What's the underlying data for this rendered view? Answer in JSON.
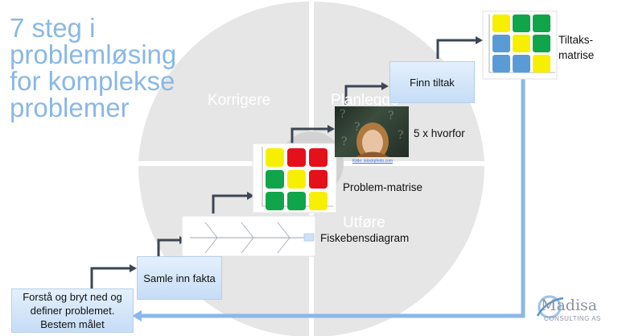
{
  "title": "7 steg i problemløsing for komplekse problemer",
  "cycle": {
    "quadrants": [
      "Korrigere",
      "Planlegge",
      "Utføre"
    ]
  },
  "steps": [
    {
      "label": "Forstå og bryt ned og definer problemet. Bestem målet"
    },
    {
      "label": "Samle inn fakta"
    },
    {
      "label": "Fiskebensdiagram"
    },
    {
      "label": "Problem-matrise"
    },
    {
      "label": "5 x hvorfor"
    },
    {
      "label": "Finn tiltak"
    },
    {
      "label": "Tiltaks-matrise"
    }
  ],
  "problem_matrix": {
    "colors": [
      "yellow",
      "red",
      "red",
      "green",
      "yellow",
      "red",
      "green",
      "green",
      "yellow"
    ]
  },
  "action_matrix": {
    "colors": [
      "yellow",
      "green",
      "green",
      "blue",
      "yellow",
      "green",
      "blue",
      "blue",
      "yellow"
    ]
  },
  "photo_caption": "Kilde: istockphoto.com",
  "palette": {
    "title": "#8ab8e6",
    "cycle": "#e3e3e3",
    "arrow": "#3c4654",
    "loop_arrow": "#8bb8e8",
    "yellow": "#f6f000",
    "red": "#e4101a",
    "green": "#10a54b",
    "blue": "#5b9bd5"
  },
  "logo": {
    "name": "Madisa",
    "sub": "CONSULTING AS"
  }
}
